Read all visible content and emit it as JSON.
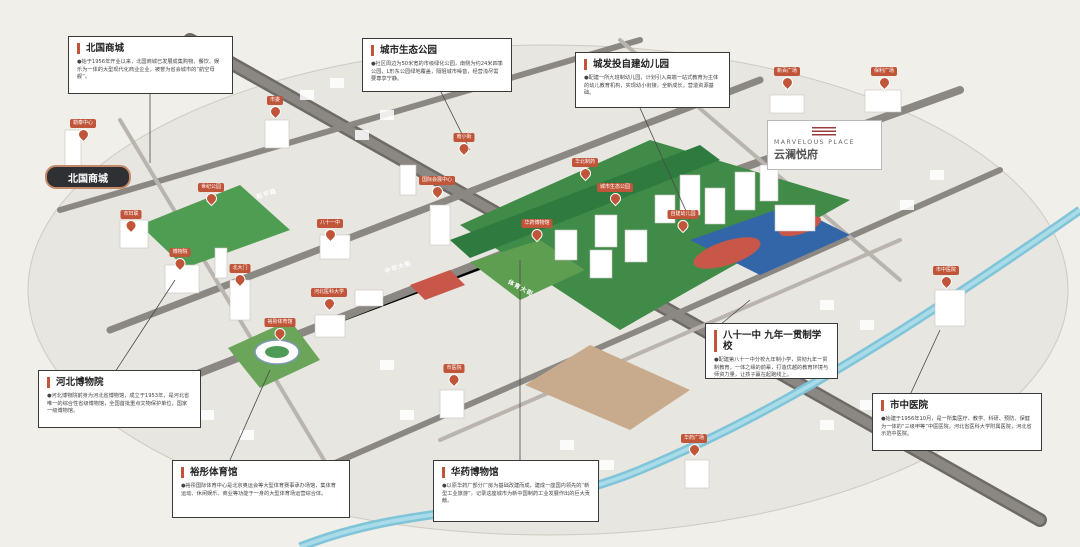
{
  "logo": {
    "en": "MARVELOUS PLACE",
    "cn": "云澜悦府"
  },
  "highlight_label": "北国商城",
  "cards": [
    {
      "id": "beiguo",
      "title": "北国商城",
      "text": "●始于1956年开业以来，北国商城已发展成集购物、餐饮、娱乐为一体的大型现代化商业企业，被誉为省会城市的“航空母舰”。"
    },
    {
      "id": "park",
      "title": "城市生态公园",
      "text": "●社区周边为50米宽的市级绿化公园，南侧为约24米四季公园，L形东公园绿地覆盖，隔阻城市噪音，经营浅尽需要尊享宁静。"
    },
    {
      "id": "kinder",
      "title": "城发投自建幼儿园",
      "text": "●配建一所九班制幼儿园，计划引入高端一站式教育为主体的幼儿教育机构，实现幼小衔接，全新成长，营造资源基础。"
    },
    {
      "id": "school",
      "title": "八十一中 九年一贯制学校",
      "text": "●配建第八十一中分校九年制小学，贯彻九年一贯制教育，一体之缘的前辈，打造优越的教育环境与师资力量，让孩子赢在起跑线上。"
    },
    {
      "id": "museum",
      "title": "河北博物院",
      "text": "●河北博物院前身为河北省博物馆，成立于1953年，是河北省唯一的综合性省级博物馆，全国首批重点文物保护单位，国家一级博物馆。"
    },
    {
      "id": "gym",
      "title": "裕彤体育馆",
      "text": "●裕彤国际体育中心是北京奥运会等大型体育赛事承办场馆，集体育运动、休闲娱乐、商业等功能于一身的大型体育场运营综合体。"
    },
    {
      "id": "pharm",
      "title": "华药博物馆",
      "text": "●以原华药厂部分厂房为基础改建而成，建成一座国内领先的“新型工业旅游”，记录这座城市为新中国制药工业发展作出的巨大贡献。"
    },
    {
      "id": "hospital",
      "title": "市中医院",
      "text": "●始建于1956年10月，是一所集医疗、教学、科研、预防、保健为一体的“三级甲等”中医医院，河北省医科大学附属医院，河北省示范中医院。"
    }
  ],
  "pins": [
    {
      "label": "勒泰中心"
    },
    {
      "label": "市妇联"
    },
    {
      "label": "世纪公园"
    },
    {
      "label": "裕彤体育馆"
    },
    {
      "label": "市委"
    },
    {
      "label": "博物院"
    },
    {
      "label": "北大门"
    },
    {
      "label": "河北医科大学"
    },
    {
      "label": "华药博物馆"
    },
    {
      "label": "城市生态公园"
    },
    {
      "label": "自建幼儿园"
    },
    {
      "label": "八十一中"
    },
    {
      "label": "市中医院"
    },
    {
      "label": "保利广场"
    },
    {
      "label": "新百广场"
    },
    {
      "label": "南小街"
    },
    {
      "label": "华北制药"
    },
    {
      "label": "市医院"
    },
    {
      "label": "华药广场"
    },
    {
      "label": "国际会展中心"
    }
  ],
  "roads": [
    {
      "label": "和平路"
    },
    {
      "label": "中华大街"
    },
    {
      "label": "体育大街"
    }
  ],
  "colors": {
    "accent": "#c0553a",
    "green": "#3f8b47",
    "dark": "#2f3033"
  }
}
